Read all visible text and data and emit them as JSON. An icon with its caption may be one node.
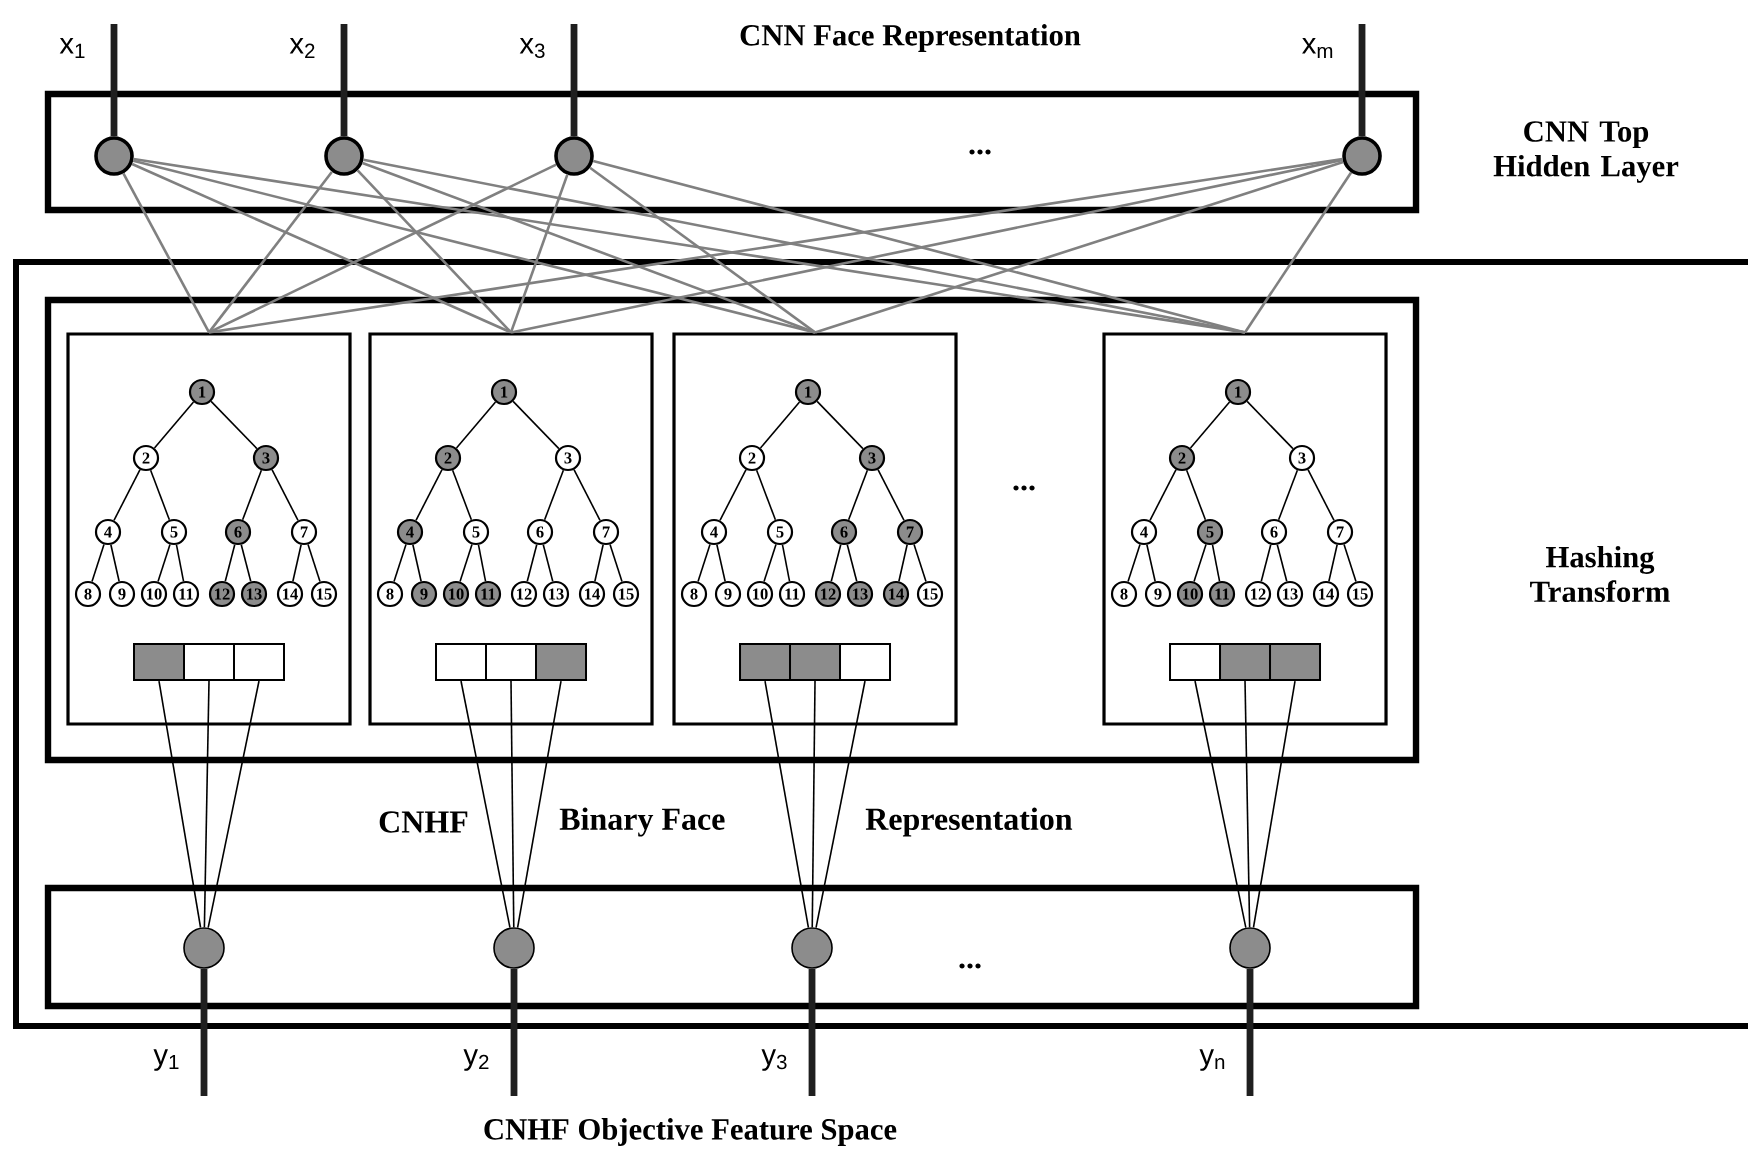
{
  "diagram": {
    "nodes": [
      {
        "text": [],
        "shape": "box",
        "beside": [
          "CNN Top Hidden Layer"
        ]
      },
      {
        "text": [],
        "shape": "circle",
        "in": 0
      },
      {
        "text": [],
        "shape": "circle",
        "in": 0
      },
      {
        "text": [],
        "shape": "circle",
        "in": 0
      },
      {
        "text": [],
        "shape": "circle",
        "in": 0
      },
      {
        "text": [],
        "shape": "box",
        "beside": [
          "Hashing Transform"
        ]
      },
      {
        "text": [],
        "shape": "box",
        "in": 5
      },
      {
        "text": [],
        "shape": "box",
        "in": 6
      },
      {
        "text": [
          "1"
        ],
        "in": 7
      },
      {
        "text": [
          "2"
        ],
        "in": 7
      },
      {
        "text": [
          "3"
        ],
        "in": 7
      },
      {
        "text": [
          "4"
        ],
        "in": 7
      },
      {
        "text": [
          "5"
        ],
        "in": 7
      },
      {
        "text": [
          "6"
        ],
        "in": 7
      },
      {
        "text": [
          "7"
        ],
        "in": 7
      },
      {
        "text": [
          "8"
        ],
        "in": 7
      },
      {
        "text": [
          "9"
        ],
        "in": 7
      },
      {
        "text": [
          "10"
        ],
        "in": 7
      },
      {
        "text": [
          "11"
        ],
        "in": 7
      },
      {
        "text": [
          "12"
        ],
        "in": 7
      },
      {
        "text": [
          "13"
        ],
        "in": 7
      },
      {
        "text": [
          "14"
        ],
        "in": 7
      },
      {
        "text": [
          "15"
        ],
        "in": 7
      },
      {
        "text": [],
        "shape": "box",
        "in": 7
      },
      {
        "text": [],
        "shape": "box",
        "in": 7
      },
      {
        "text": [],
        "shape": "box",
        "in": 7
      },
      {
        "text": [],
        "shape": "box",
        "in": 6
      },
      {
        "text": [
          "1"
        ],
        "in": 26
      },
      {
        "text": [
          "2"
        ],
        "in": 26
      },
      {
        "text": [
          "3"
        ],
        "in": 26
      },
      {
        "text": [
          "4"
        ],
        "in": 26
      },
      {
        "text": [
          "5"
        ],
        "in": 26
      },
      {
        "text": [
          "6"
        ],
        "in": 26
      },
      {
        "text": [
          "7"
        ],
        "in": 26
      },
      {
        "text": [
          "8"
        ],
        "in": 26
      },
      {
        "text": [
          "9"
        ],
        "in": 26
      },
      {
        "text": [
          "10"
        ],
        "in": 26
      },
      {
        "text": [
          "11"
        ],
        "in": 26
      },
      {
        "text": [
          "12"
        ],
        "in": 26
      },
      {
        "text": [
          "13"
        ],
        "in": 26
      },
      {
        "text": [
          "14"
        ],
        "in": 26
      },
      {
        "text": [
          "15"
        ],
        "in": 26
      },
      {
        "text": [],
        "shape": "box",
        "in": 26
      },
      {
        "text": [],
        "shape": "box",
        "in": 26
      },
      {
        "text": [],
        "shape": "box",
        "in": 26
      },
      {
        "text": [],
        "shape": "box",
        "in": 6
      },
      {
        "text": [
          "1"
        ],
        "in": 45
      },
      {
        "text": [
          "2"
        ],
        "in": 45
      },
      {
        "text": [
          "3"
        ],
        "in": 45
      },
      {
        "text": [
          "4"
        ],
        "in": 45
      },
      {
        "text": [
          "5"
        ],
        "in": 45
      },
      {
        "text": [
          "6"
        ],
        "in": 45
      },
      {
        "text": [
          "7"
        ],
        "in": 45
      },
      {
        "text": [
          "8"
        ],
        "in": 45
      },
      {
        "text": [
          "9"
        ],
        "in": 45
      },
      {
        "text": [
          "10"
        ],
        "in": 45
      },
      {
        "text": [
          "11"
        ],
        "in": 45
      },
      {
        "text": [
          "12"
        ],
        "in": 45
      },
      {
        "text": [
          "13"
        ],
        "in": 45
      },
      {
        "text": [
          "14"
        ],
        "in": 45
      },
      {
        "text": [
          "15"
        ],
        "in": 45
      },
      {
        "text": [],
        "shape": "box",
        "in": 45
      },
      {
        "text": [],
        "shape": "box",
        "in": 45
      },
      {
        "text": [],
        "shape": "box",
        "in": 45
      },
      {
        "text": [],
        "shape": "box",
        "in": 6
      },
      {
        "text": [
          "1"
        ],
        "in": 64
      },
      {
        "text": [
          "2"
        ],
        "in": 64
      },
      {
        "text": [
          "3"
        ],
        "in": 64
      },
      {
        "text": [
          "4"
        ],
        "in": 64
      },
      {
        "text": [
          "5"
        ],
        "in": 64
      },
      {
        "text": [
          "6"
        ],
        "in": 64
      },
      {
        "text": [
          "7"
        ],
        "in": 64
      },
      {
        "text": [
          "8"
        ],
        "in": 64
      },
      {
        "text": [
          "9"
        ],
        "in": 64
      },
      {
        "text": [
          "10"
        ],
        "in": 64
      },
      {
        "text": [
          "11"
        ],
        "in": 64
      },
      {
        "text": [
          "12"
        ],
        "in": 64
      },
      {
        "text": [
          "13"
        ],
        "in": 64
      },
      {
        "text": [
          "14"
        ],
        "in": 64
      },
      {
        "text": [
          "15"
        ],
        "in": 64
      },
      {
        "text": [],
        "shape": "box",
        "in": 64
      },
      {
        "text": [],
        "shape": "box",
        "in": 64
      },
      {
        "text": [],
        "shape": "box",
        "in": 64
      },
      {
        "text": [],
        "shape": "box",
        "in": 5
      },
      {
        "text": [],
        "shape": "circle",
        "in": 83
      },
      {
        "text": [],
        "shape": "circle",
        "in": 83
      },
      {
        "text": [],
        "shape": "circle",
        "in": 83
      },
      {
        "text": [],
        "shape": "circle",
        "in": 83
      }
    ],
    "edges": [
      {
        "from": null,
        "to": 1,
        "arrow": "none",
        "label": "x$_{1}$",
        "style": "thick"
      },
      {
        "from": null,
        "to": 2,
        "arrow": "none",
        "label": "x$_{2}$",
        "style": "thick"
      },
      {
        "from": null,
        "to": 3,
        "arrow": "none",
        "label": "x$_{3}$",
        "style": "thick"
      },
      {
        "from": null,
        "to": 4,
        "arrow": "none",
        "label": "x$_{m}$",
        "style": "thick"
      },
      {
        "from": 1,
        "to": 7,
        "arrow": "none",
        "color": "#808080"
      },
      {
        "from": 1,
        "to": 26,
        "arrow": "none",
        "color": "#808080"
      },
      {
        "from": 1,
        "to": 45,
        "arrow": "none",
        "color": "#808080"
      },
      {
        "from": 1,
        "to": 64,
        "arrow": "none",
        "color": "#808080"
      },
      {
        "from": 2,
        "to": 7,
        "arrow": "none",
        "color": "#808080"
      },
      {
        "from": 2,
        "to": 26,
        "arrow": "none",
        "color": "#808080"
      },
      {
        "from": 2,
        "to": 45,
        "arrow": "none",
        "color": "#808080"
      },
      {
        "from": 2,
        "to": 64,
        "arrow": "none",
        "color": "#808080"
      },
      {
        "from": 3,
        "to": 7,
        "arrow": "none",
        "color": "#808080"
      },
      {
        "from": 3,
        "to": 26,
        "arrow": "none",
        "color": "#808080"
      },
      {
        "from": 3,
        "to": 45,
        "arrow": "none",
        "color": "#808080"
      },
      {
        "from": 3,
        "to": 64,
        "arrow": "none",
        "color": "#808080"
      },
      {
        "from": 4,
        "to": 7,
        "arrow": "none",
        "color": "#808080"
      },
      {
        "from": 4,
        "to": 26,
        "arrow": "none",
        "color": "#808080"
      },
      {
        "from": 4,
        "to": 45,
        "arrow": "none",
        "color": "#808080"
      },
      {
        "from": 4,
        "to": 64,
        "arrow": "none",
        "color": "#808080"
      },
      {
        "from": 8,
        "to": 9,
        "arrow": "none"
      },
      {
        "from": 8,
        "to": 10,
        "arrow": "none"
      },
      {
        "from": 9,
        "to": 11,
        "arrow": "none"
      },
      {
        "from": 9,
        "to": 12,
        "arrow": "none"
      },
      {
        "from": 10,
        "to": 13,
        "arrow": "none"
      },
      {
        "from": 10,
        "to": 14,
        "arrow": "none"
      },
      {
        "from": 11,
        "to": 15,
        "arrow": "none"
      },
      {
        "from": 11,
        "to": 16,
        "arrow": "none"
      },
      {
        "from": 12,
        "to": 17,
        "arrow": "none"
      },
      {
        "from": 12,
        "to": 18,
        "arrow": "none"
      },
      {
        "from": 13,
        "to": 19,
        "arrow": "none"
      },
      {
        "from": 13,
        "to": 20,
        "arrow": "none"
      },
      {
        "from": 14,
        "to": 21,
        "arrow": "none"
      },
      {
        "from": 14,
        "to": 22,
        "arrow": "none"
      },
      {
        "from": 27,
        "to": 28,
        "arrow": "none"
      },
      {
        "from": 27,
        "to": 29,
        "arrow": "none"
      },
      {
        "from": 28,
        "to": 30,
        "arrow": "none"
      },
      {
        "from": 28,
        "to": 31,
        "arrow": "none"
      },
      {
        "from": 29,
        "to": 32,
        "arrow": "none"
      },
      {
        "from": 29,
        "to": 33,
        "arrow": "none"
      },
      {
        "from": 30,
        "to": 34,
        "arrow": "none"
      },
      {
        "from": 30,
        "to": 35,
        "arrow": "none"
      },
      {
        "from": 31,
        "to": 36,
        "arrow": "none"
      },
      {
        "from": 31,
        "to": 37,
        "arrow": "none"
      },
      {
        "from": 32,
        "to": 38,
        "arrow": "none"
      },
      {
        "from": 32,
        "to": 39,
        "arrow": "none"
      },
      {
        "from": 33,
        "to": 40,
        "arrow": "none"
      },
      {
        "from": 33,
        "to": 41,
        "arrow": "none"
      },
      {
        "from": 46,
        "to": 47,
        "arrow": "none"
      },
      {
        "from": 46,
        "to": 48,
        "arrow": "none"
      },
      {
        "from": 47,
        "to": 49,
        "arrow": "none"
      },
      {
        "from": 47,
        "to": 50,
        "arrow": "none"
      },
      {
        "from": 48,
        "to": 51,
        "arrow": "none"
      },
      {
        "from": 48,
        "to": 52,
        "arrow": "none"
      },
      {
        "from": 49,
        "to": 53,
        "arrow": "none"
      },
      {
        "from": 49,
        "to": 54,
        "arrow": "none"
      },
      {
        "from": 50,
        "to": 55,
        "arrow": "none"
      },
      {
        "from": 50,
        "to": 56,
        "arrow": "none"
      },
      {
        "from": 51,
        "to": 57,
        "arrow": "none"
      },
      {
        "from": 51,
        "to": 58,
        "arrow": "none"
      },
      {
        "from": 52,
        "to": 59,
        "arrow": "none"
      },
      {
        "from": 52,
        "to": 60,
        "arrow": "none"
      },
      {
        "from": 65,
        "to": 66,
        "arrow": "none"
      },
      {
        "from": 65,
        "to": 67,
        "arrow": "none"
      },
      {
        "from": 66,
        "to": 68,
        "arrow": "none"
      },
      {
        "from": 66,
        "to": 69,
        "arrow": "none"
      },
      {
        "from": 67,
        "to": 70,
        "arrow": "none"
      },
      {
        "from": 67,
        "to": 71,
        "arrow": "none"
      },
      {
        "from": 68,
        "to": 72,
        "arrow": "none"
      },
      {
        "from": 68,
        "to": 73,
        "arrow": "none"
      },
      {
        "from": 69,
        "to": 74,
        "arrow": "none"
      },
      {
        "from": 69,
        "to": 75,
        "arrow": "none"
      },
      {
        "from": 70,
        "to": 76,
        "arrow": "none"
      },
      {
        "from": 70,
        "to": 77,
        "arrow": "none"
      },
      {
        "from": 71,
        "to": 78,
        "arrow": "none"
      },
      {
        "from": 71,
        "to": 79,
        "arrow": "none"
      },
      {
        "from": 23,
        "to": 84,
        "arrow": "none"
      },
      {
        "from": 24,
        "to": 84,
        "arrow": "none"
      },
      {
        "from": 25,
        "to": 84,
        "arrow": "none"
      },
      {
        "from": 42,
        "to": 85,
        "arrow": "none"
      },
      {
        "from": 43,
        "to": 85,
        "arrow": "none"
      },
      {
        "from": 44,
        "to": 85,
        "arrow": "none"
      },
      {
        "from": 61,
        "to": 86,
        "arrow": "none"
      },
      {
        "from": 62,
        "to": 86,
        "arrow": "none"
      },
      {
        "from": 63,
        "to": 86,
        "arrow": "none"
      },
      {
        "from": 80,
        "to": 87,
        "arrow": "none"
      },
      {
        "from": 81,
        "to": 87,
        "arrow": "none"
      },
      {
        "from": 82,
        "to": 87,
        "arrow": "none"
      },
      {
        "from": 84,
        "to": null,
        "arrow": "none",
        "label": "y$_{1}$",
        "style": "thick"
      },
      {
        "from": 85,
        "to": null,
        "arrow": "none",
        "label": "y$_{2}$",
        "style": "thick"
      },
      {
        "from": 86,
        "to": null,
        "arrow": "none",
        "label": "y$_{3}$",
        "style": "thick"
      },
      {
        "from": 87,
        "to": null,
        "arrow": "none",
        "label": "y$_{n}$",
        "style": "thick"
      }
    ],
    "labels": [
      "CNN Face Representation",
      "...",
      "...",
      "CNHF",
      "Binary Face",
      "Representation",
      "...",
      "CNHF Objective Feature Space"
    ]
  }
}
